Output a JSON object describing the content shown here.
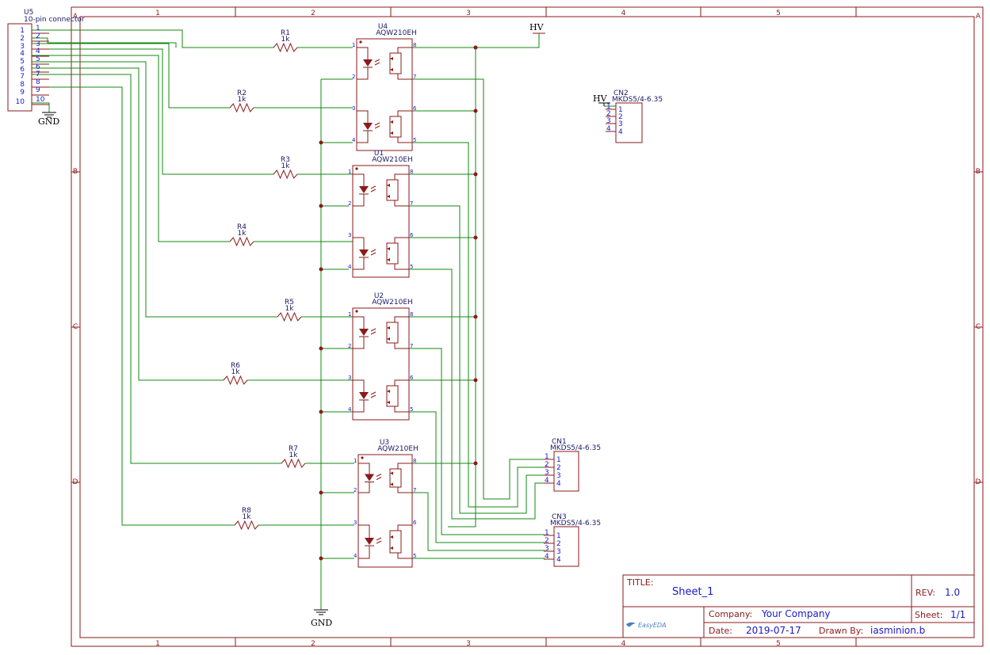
{
  "frame": {
    "columns": [
      "1",
      "2",
      "3",
      "4",
      "5"
    ],
    "rows": [
      "A",
      "B",
      "C",
      "D"
    ]
  },
  "title_block": {
    "title_label": "TITLE:",
    "title_value": "Sheet_1",
    "rev_label": "REV:",
    "rev_value": "1.0",
    "company_label": "Company:",
    "company_value": "Your Company",
    "sheet_label": "Sheet:",
    "sheet_value": "1/1",
    "date_label": "Date:",
    "date_value": "2019-07-17",
    "drawn_label": "Drawn By:",
    "drawn_value": "iasminion.b",
    "logo_text": "EasyEDA"
  },
  "connector_u5": {
    "ref": "U5",
    "name": "10-pin connector",
    "pins": [
      "1",
      "2",
      "3",
      "4",
      "5",
      "6",
      "7",
      "8",
      "9",
      "10"
    ]
  },
  "resistors": [
    {
      "ref": "R1",
      "value": "1k"
    },
    {
      "ref": "R2",
      "value": "1k"
    },
    {
      "ref": "R3",
      "value": "1k"
    },
    {
      "ref": "R4",
      "value": "1k"
    },
    {
      "ref": "R5",
      "value": "1k"
    },
    {
      "ref": "R6",
      "value": "1k"
    },
    {
      "ref": "R7",
      "value": "1k"
    },
    {
      "ref": "R8",
      "value": "1k"
    }
  ],
  "relays": [
    {
      "ref": "U4",
      "part": "AQW210EH"
    },
    {
      "ref": "U1",
      "part": "AQW210EH"
    },
    {
      "ref": "U2",
      "part": "AQW210EH"
    },
    {
      "ref": "U3",
      "part": "AQW210EH"
    }
  ],
  "relay_pins": [
    "1",
    "2",
    "3",
    "4",
    "5",
    "6",
    "7",
    "8"
  ],
  "terminals": [
    {
      "ref": "CN2",
      "part": "MKDS5/4-6.35"
    },
    {
      "ref": "CN1",
      "part": "MKDS5/4-6.35"
    },
    {
      "ref": "CN3",
      "part": "MKDS5/4-6.35"
    }
  ],
  "terminal_pins": [
    "1",
    "2",
    "3",
    "4"
  ],
  "power": {
    "hv": "HV",
    "gnd": "GND"
  },
  "colors": {
    "frame": "#8b1a1a",
    "wire": "#118811",
    "pin_text": "#1a1acc"
  }
}
